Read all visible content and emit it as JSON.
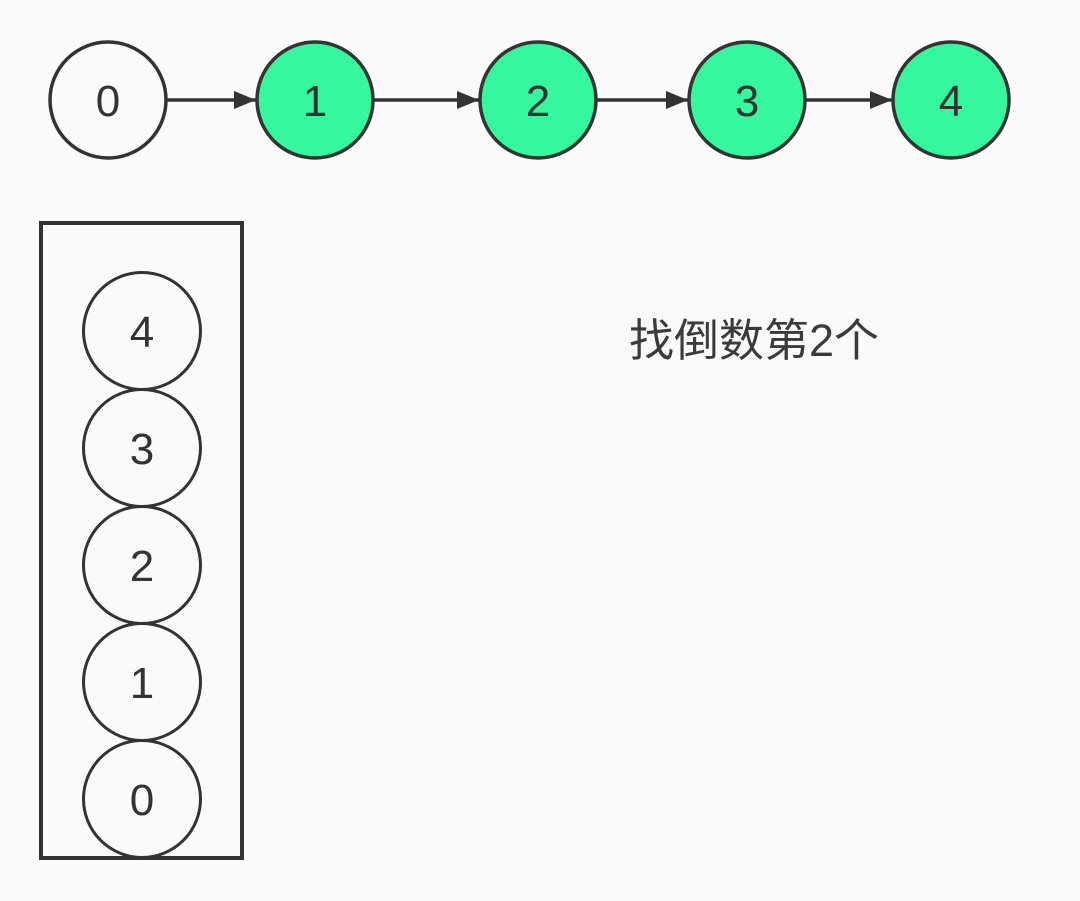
{
  "colors": {
    "background": "#fafafa",
    "stroke": "#333333",
    "node_green": "#35f79e",
    "node_white": "#fafafa",
    "text": "#3b3b3b"
  },
  "linked_list": {
    "nodes": [
      {
        "label": "0",
        "fill": "#fafafa"
      },
      {
        "label": "1",
        "fill": "#35f79e"
      },
      {
        "label": "2",
        "fill": "#35f79e"
      },
      {
        "label": "3",
        "fill": "#35f79e"
      },
      {
        "label": "4",
        "fill": "#35f79e"
      }
    ]
  },
  "stack": {
    "items": [
      {
        "label": "4"
      },
      {
        "label": "3"
      },
      {
        "label": "2"
      },
      {
        "label": "1"
      },
      {
        "label": "0"
      }
    ]
  },
  "annotation": {
    "text": "找倒数第2个"
  }
}
